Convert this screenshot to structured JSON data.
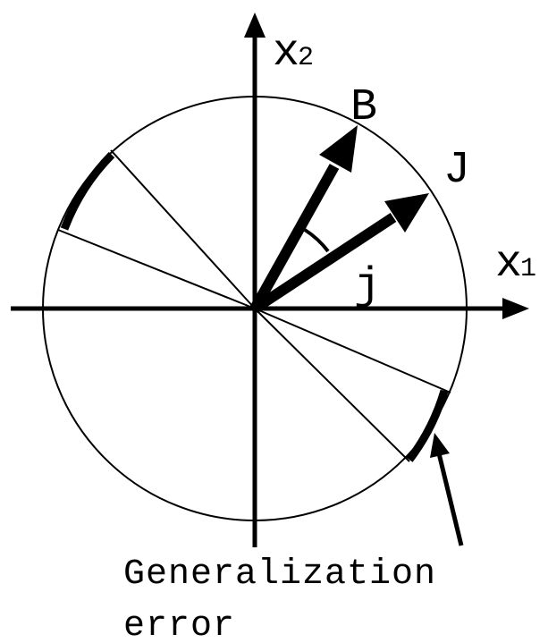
{
  "labels": {
    "x1_main": "x",
    "x1_sub": "1",
    "x2_main": "x",
    "x2_sub": "2",
    "vector_B": "B",
    "vector_J": "J",
    "angle_j": "j",
    "caption_line1": "Generalization",
    "caption_line2": "error"
  },
  "colors": {
    "stroke": "#000000",
    "background": "#ffffff"
  }
}
